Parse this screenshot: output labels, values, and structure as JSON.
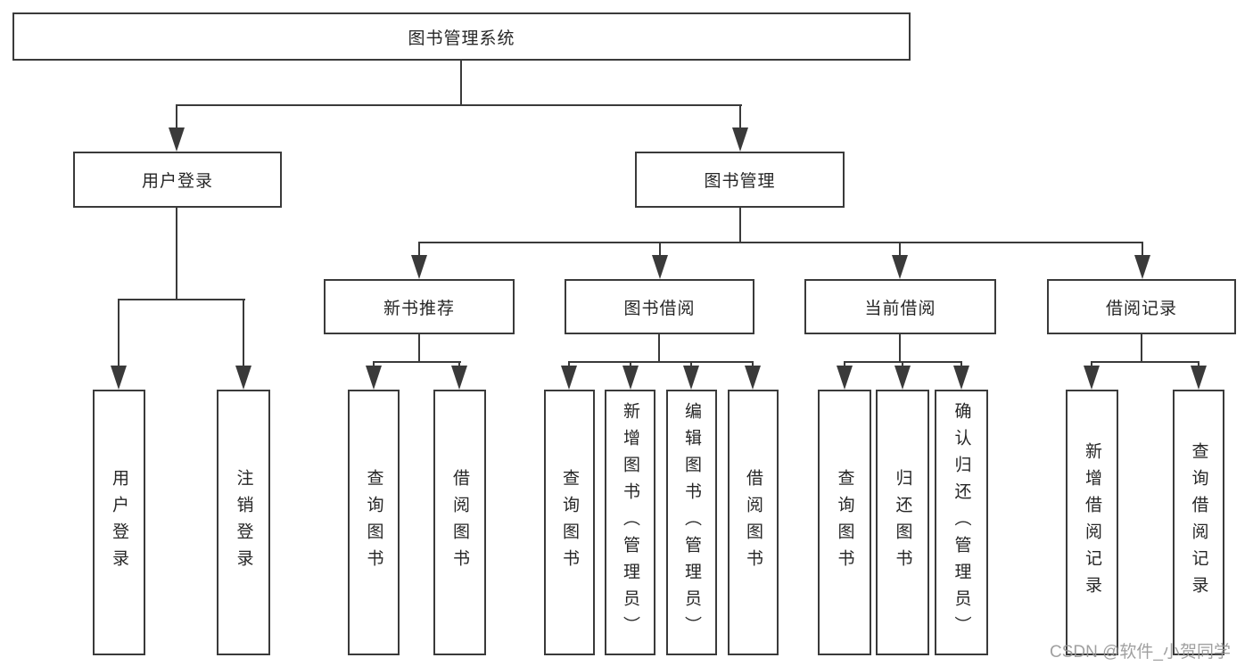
{
  "diagram": {
    "root": {
      "label": "图书管理系统"
    },
    "level2": [
      {
        "label": "用户登录"
      },
      {
        "label": "图书管理"
      }
    ],
    "level3": [
      {
        "label": "新书推荐",
        "parent": "图书管理"
      },
      {
        "label": "图书借阅",
        "parent": "图书管理"
      },
      {
        "label": "当前借阅",
        "parent": "图书管理"
      },
      {
        "label": "借阅记录",
        "parent": "图书管理"
      }
    ],
    "leaves": [
      {
        "label": "用户登录",
        "parent": "用户登录"
      },
      {
        "label": "注销登录",
        "parent": "用户登录"
      },
      {
        "label": "查询图书",
        "parent": "新书推荐"
      },
      {
        "label": "借阅图书",
        "parent": "新书推荐"
      },
      {
        "label": "查询图书",
        "parent": "图书借阅"
      },
      {
        "label": "新增图书（管理员）",
        "parent": "图书借阅"
      },
      {
        "label": "编辑图书（管理员）",
        "parent": "图书借阅"
      },
      {
        "label": "借阅图书",
        "parent": "图书借阅"
      },
      {
        "label": "查询图书",
        "parent": "当前借阅"
      },
      {
        "label": "归还图书",
        "parent": "当前借阅"
      },
      {
        "label": "确认归还（管理员）",
        "parent": "当前借阅"
      },
      {
        "label": "新增借阅记录",
        "parent": "借阅记录"
      },
      {
        "label": "查询借阅记录",
        "parent": "借阅记录"
      }
    ],
    "watermark": "CSDN @软件_小贺同学",
    "colors": {
      "line": "#3a3a3a",
      "border": "#3a3a3a",
      "text": "#262626",
      "background": "#ffffff",
      "watermark": "#969696"
    }
  }
}
